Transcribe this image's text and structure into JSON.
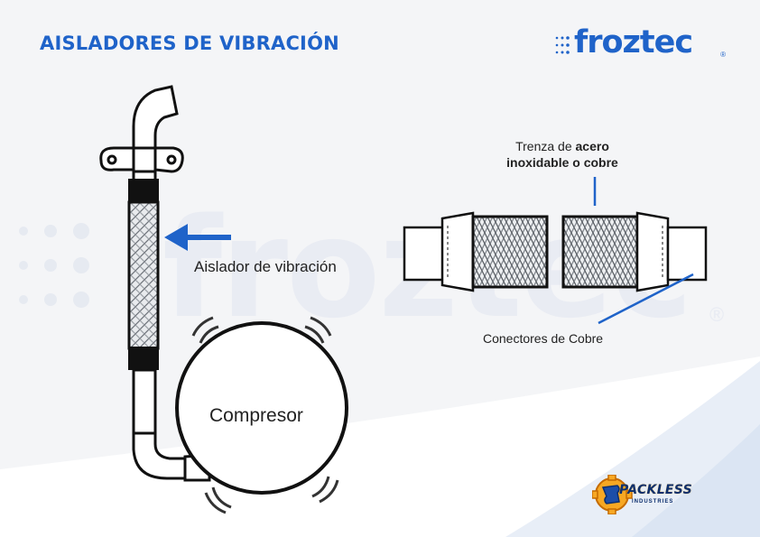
{
  "page": {
    "title": "AISLADORES DE VIBRACIÓN"
  },
  "brand": {
    "name": "froztec",
    "registered_mark": "®",
    "color": "#1f63c9"
  },
  "watermark": {
    "text": "froztec",
    "registered_mark": "®"
  },
  "diagram": {
    "isolator_label": "Aislador  de vibración",
    "compressor_label": "Compresor",
    "braid_label_prefix": "Trenza de ",
    "braid_label_bold_1": "acero",
    "braid_label_bold_2": "inoxidable o cobre",
    "connectors_label": "Conectores de Cobre",
    "accent_color": "#1f63c9"
  },
  "partner_logo": {
    "name": "PACKLESS",
    "tagline": "INDUSTRIES"
  }
}
